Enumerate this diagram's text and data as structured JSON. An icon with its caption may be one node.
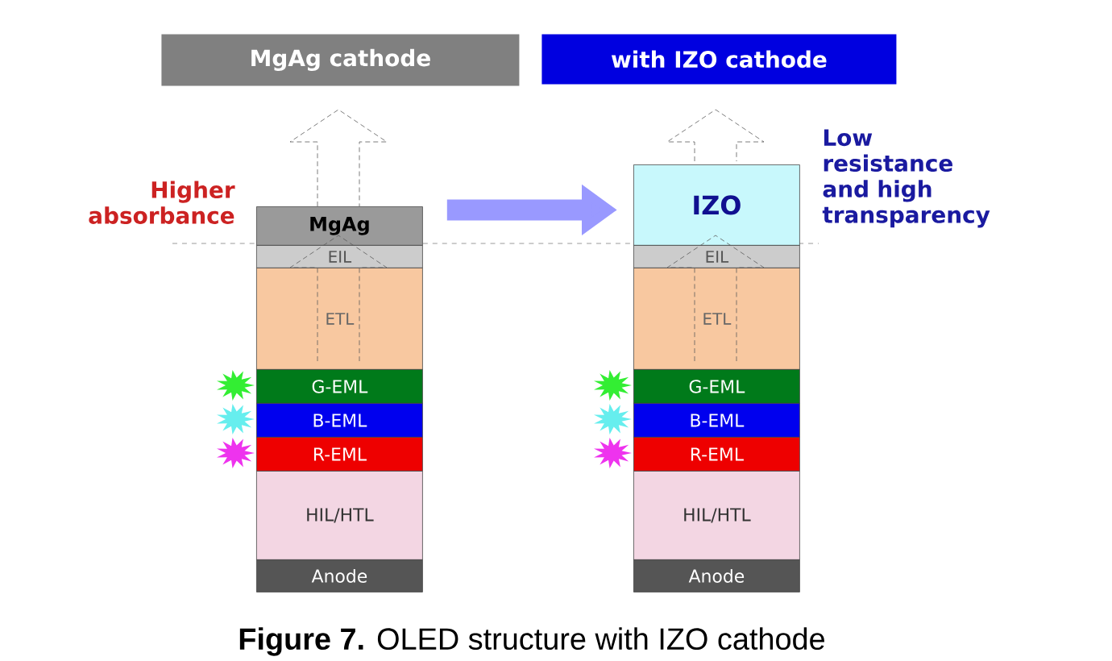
{
  "diagram": {
    "caption": "**Figure 7.** OLED structure with IZO cathode",
    "nodes": [
      {
        "text": [
          "MgAg cathode"
        ]
      },
      {
        "text": [
          "with IZO cathode"
        ]
      },
      {
        "text": [
          "MgAg"
        ]
      },
      {
        "text": [
          "EIL"
        ]
      },
      {
        "text": [
          "ETL"
        ]
      },
      {
        "text": [
          "G-EML"
        ]
      },
      {
        "text": [
          "B-EML"
        ]
      },
      {
        "text": [
          "R-EML"
        ]
      },
      {
        "text": [
          "HIL/HTL"
        ]
      },
      {
        "text": [
          "Anode"
        ]
      },
      {
        "text": [
          "IZO"
        ]
      },
      {
        "text": [
          "EIL"
        ]
      },
      {
        "text": [
          "ETL"
        ]
      },
      {
        "text": [
          "G-EML"
        ]
      },
      {
        "text": [
          "B-EML"
        ]
      },
      {
        "text": [
          "R-EML"
        ]
      },
      {
        "text": [
          "HIL/HTL"
        ]
      },
      {
        "text": [
          "Anode"
        ]
      }
    ],
    "edges": [
      {
        "from": 2,
        "to": 10,
        "arrow": "to",
        "color": "#9999ff"
      }
    ],
    "labels": [
      "Higher absorbance",
      "Low resistance and high transparency"
    ]
  }
}
